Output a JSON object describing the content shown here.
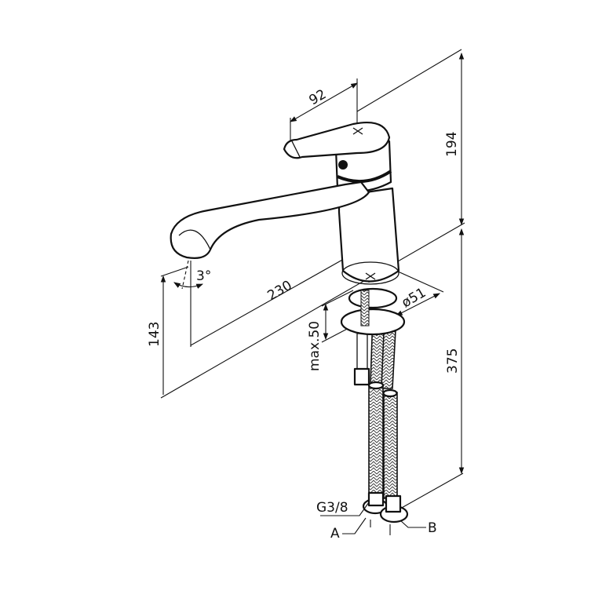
{
  "drawing": {
    "colors": {
      "line": "#111111",
      "background": "#ffffff"
    },
    "dimensions": {
      "handle_reach": "92",
      "handle_height": "194",
      "spout_angle": "3°",
      "spout_reach": "230",
      "spout_height": "143",
      "max_thickness": "max.50",
      "base_diameter": "ø51",
      "hose_length": "375"
    },
    "callouts": {
      "thread": "G3/8",
      "connection_a": "A",
      "connection_b": "B"
    }
  }
}
